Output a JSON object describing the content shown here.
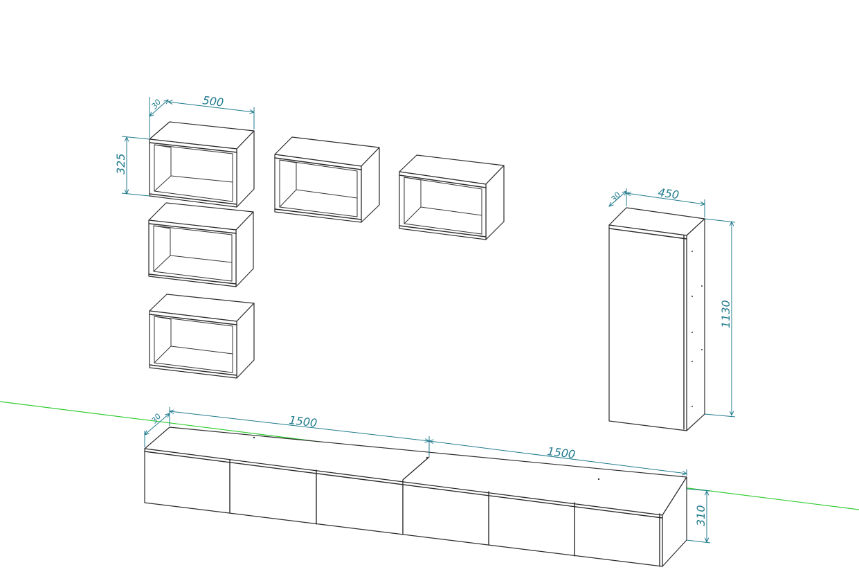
{
  "colors": {
    "dimension": "#1f7a8c",
    "axis": "#33cc33",
    "edges": "#2b2b2b"
  },
  "dimensions": {
    "shelf_width": "500",
    "shelf_height": "325",
    "shelf_depth": "30",
    "tall_width": "450",
    "tall_height": "1130",
    "tall_depth": "30",
    "base_left_width": "1500",
    "base_right_width": "1500",
    "base_height": "310",
    "base_depth": "30"
  }
}
